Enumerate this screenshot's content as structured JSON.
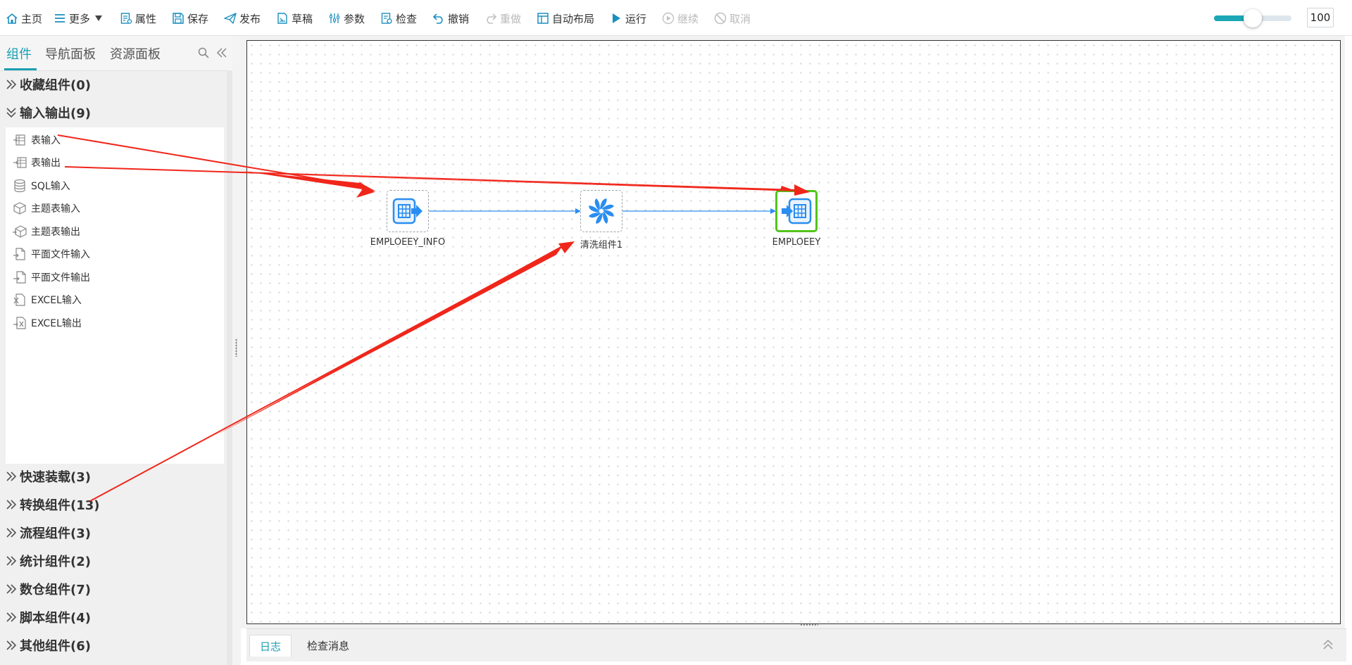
{
  "toolbar": {
    "home": "主页",
    "more": "更多",
    "properties": "属性",
    "save": "保存",
    "publish": "发布",
    "draft": "草稿",
    "params": "参数",
    "check": "检查",
    "undo": "撤销",
    "redo": "重做",
    "auto_layout": "自动布局",
    "run": "运行",
    "resume": "继续",
    "cancel": "取消",
    "zoom": {
      "value": "100",
      "fraction": 0.5
    }
  },
  "left_panel": {
    "tabs": [
      {
        "label": "组件"
      },
      {
        "label": "导航面板"
      },
      {
        "label": "资源面板"
      }
    ],
    "categories": [
      {
        "label": "收藏组件(0)"
      },
      {
        "label": "输入输出(9)"
      },
      {
        "label": "快速装载(3)"
      },
      {
        "label": "转换组件(13)"
      },
      {
        "label": "流程组件(3)"
      },
      {
        "label": "统计组件(2)"
      },
      {
        "label": "数仓组件(7)"
      },
      {
        "label": "脚本组件(4)"
      },
      {
        "label": "其他组件(6)"
      }
    ],
    "io_items": [
      {
        "label": "表输入"
      },
      {
        "label": "表输出"
      },
      {
        "label": "SQL输入"
      },
      {
        "label": "主题表输入"
      },
      {
        "label": "主题表输出"
      },
      {
        "label": "平面文件输入"
      },
      {
        "label": "平面文件输出"
      },
      {
        "label": "EXCEL输入"
      },
      {
        "label": "EXCEL输出"
      }
    ]
  },
  "canvas": {
    "nodes": [
      {
        "label": "EMPLOEEY_INFO",
        "icon": "table-input-icon"
      },
      {
        "label": "清洗组件1",
        "icon": "pinwheel-icon"
      },
      {
        "label": "EMPLOEEY",
        "icon": "table-output-icon",
        "selected": true
      }
    ]
  },
  "bottom": {
    "tabs": [
      {
        "label": "日志"
      },
      {
        "label": "检查消息"
      }
    ]
  },
  "colors": {
    "accent": "#1a9fb3",
    "node_blue": "#2a8df0",
    "selected_green": "#52c41a",
    "annotation_red": "#f0261b"
  }
}
